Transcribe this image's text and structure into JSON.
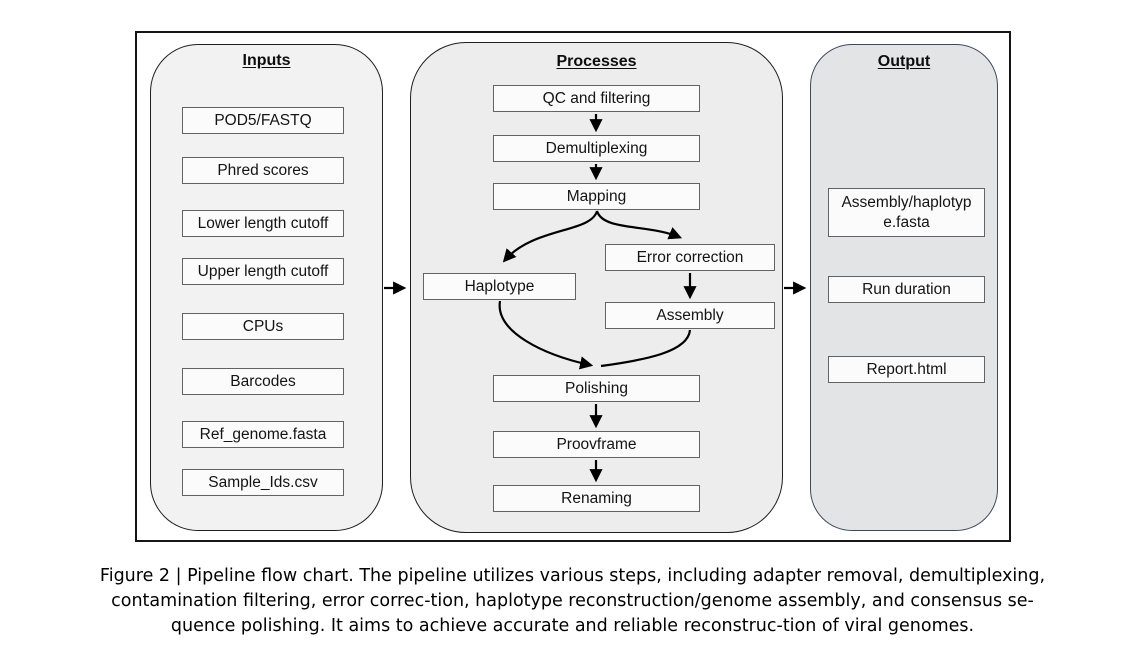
{
  "diagram": {
    "inputs": {
      "title": "Inputs",
      "items": [
        "POD5/FASTQ",
        "Phred scores",
        "Lower length cutoff",
        "Upper length cutoff",
        "CPUs",
        "Barcodes",
        "Ref_genome.fasta",
        "Sample_Ids.csv"
      ]
    },
    "processes": {
      "title": "Processes",
      "steps": {
        "qc": "QC and filtering",
        "demultiplexing": "Demultiplexing",
        "mapping": "Mapping",
        "error_correction": "Error correction",
        "haplotype": "Haplotype",
        "assembly": "Assembly",
        "polishing": "Polishing",
        "proovframe": "Proovframe",
        "renaming": "Renaming"
      }
    },
    "output": {
      "title": "Output",
      "items": [
        "Assembly/haplotype.fasta",
        "Run duration",
        "Report.html"
      ]
    },
    "edges": [
      {
        "from": "Inputs",
        "to": "Processes"
      },
      {
        "from": "QC and filtering",
        "to": "Demultiplexing"
      },
      {
        "from": "Demultiplexing",
        "to": "Mapping"
      },
      {
        "from": "Mapping",
        "to": "Haplotype"
      },
      {
        "from": "Mapping",
        "to": "Error correction"
      },
      {
        "from": "Error correction",
        "to": "Assembly"
      },
      {
        "from": "Haplotype",
        "to": "Polishing"
      },
      {
        "from": "Assembly",
        "to": "Polishing"
      },
      {
        "from": "Polishing",
        "to": "Proovframe"
      },
      {
        "from": "Proovframe",
        "to": "Renaming"
      },
      {
        "from": "Processes",
        "to": "Output"
      }
    ]
  },
  "caption": {
    "lines": [
      "Figure 2 | Pipeline flow chart. The pipeline utilizes various steps, including adapter removal, demultiplexing,",
      "contamination filtering, error correc-tion, haplotype reconstruction/genome assembly, and consensus se-",
      "quence polishing. It aims to achieve accurate and reliable reconstruc-tion of viral genomes."
    ]
  },
  "colors": {
    "frame_border": "#151515",
    "container_border": "#1f1f1f",
    "output_container_border": "#3e4a5c",
    "inputs_fill": "#f2f2f2",
    "processes_fill": "#ededed",
    "output_fill": "#e3e4e6",
    "node_fill": "#fbfbfb",
    "node_border": "#636363",
    "arrow": "#000000"
  }
}
